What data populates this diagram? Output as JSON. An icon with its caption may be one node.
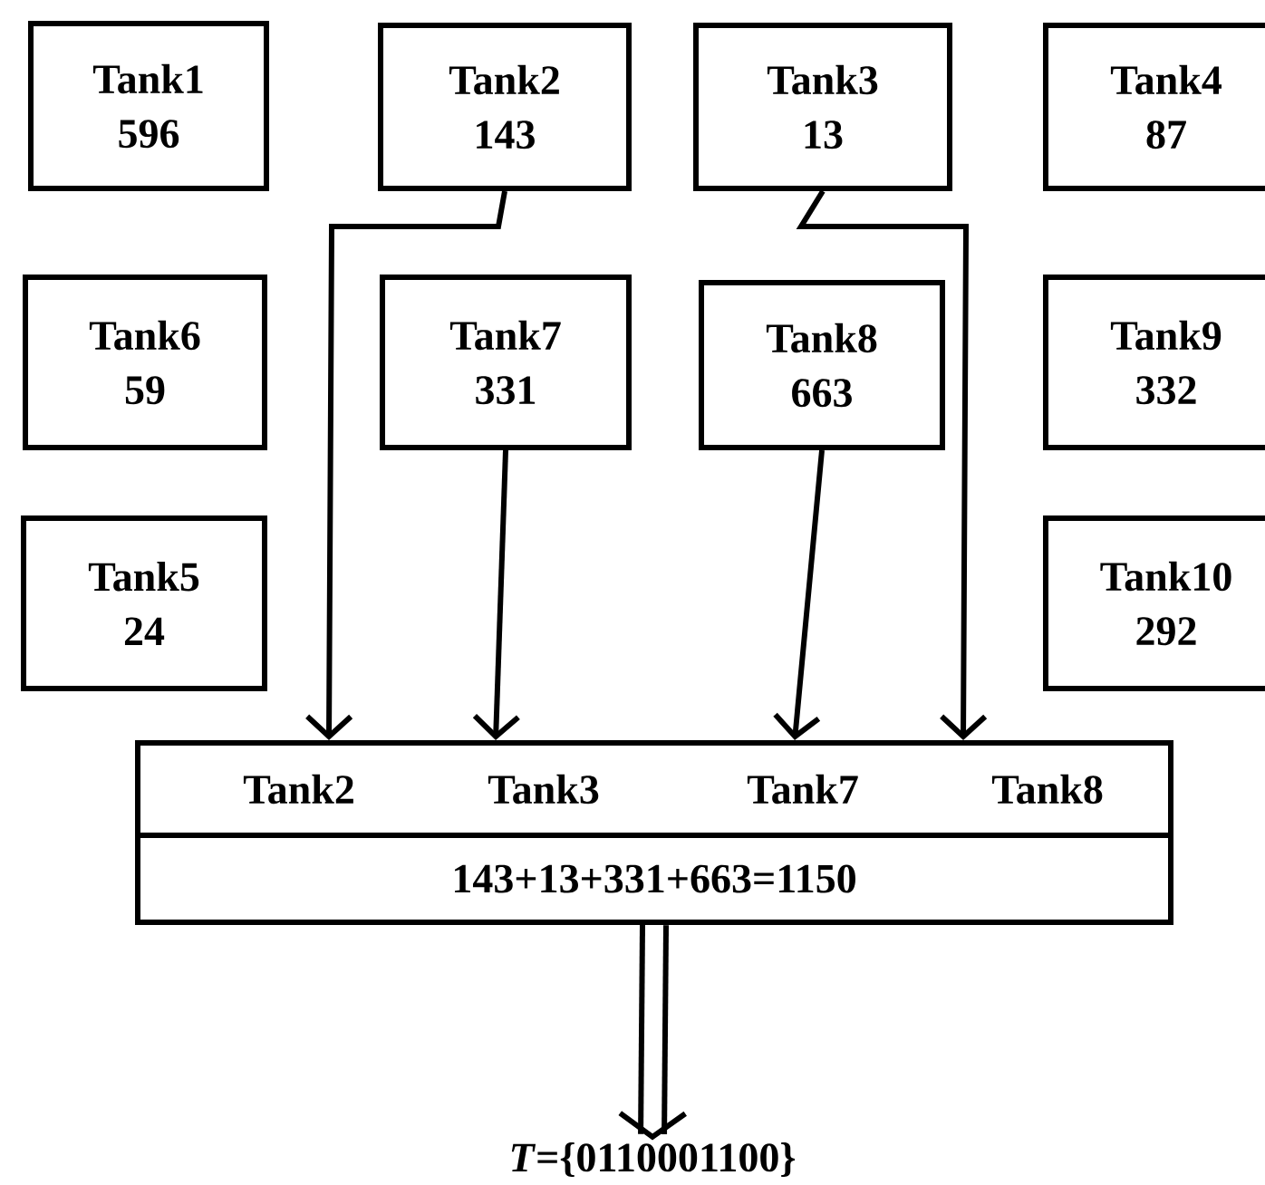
{
  "diagram": {
    "nodes": [
      {
        "text": [
          "Tank1",
          "596"
        ]
      },
      {
        "text": [
          "Tank2",
          "143"
        ]
      },
      {
        "text": [
          "Tank3",
          "13"
        ]
      },
      {
        "text": [
          "Tank4",
          "87"
        ]
      },
      {
        "text": [
          "Tank6",
          "59"
        ]
      },
      {
        "text": [
          "Tank7",
          "331"
        ]
      },
      {
        "text": [
          "Tank8",
          "663"
        ]
      },
      {
        "text": [
          "Tank9",
          "332"
        ]
      },
      {
        "text": [
          "Tank5",
          "24"
        ]
      },
      {
        "text": [
          "Tank10",
          "292"
        ]
      },
      {
        "text": [
          "Tank2",
          "Tank3",
          "Tank7",
          "Tank8",
          "143+13+331+663=1150"
        ]
      },
      {
        "text": [
          "*T*={0110001100}"
        ]
      }
    ],
    "edges": [
      {
        "from": 1,
        "to": 10,
        "arrow": "to"
      },
      {
        "from": 5,
        "to": 10,
        "arrow": "to"
      },
      {
        "from": 6,
        "to": 10,
        "arrow": "to"
      },
      {
        "from": 2,
        "to": 10,
        "arrow": "to"
      },
      {
        "from": 10,
        "to": 11,
        "arrow": "to",
        "style": "thick"
      }
    ]
  }
}
